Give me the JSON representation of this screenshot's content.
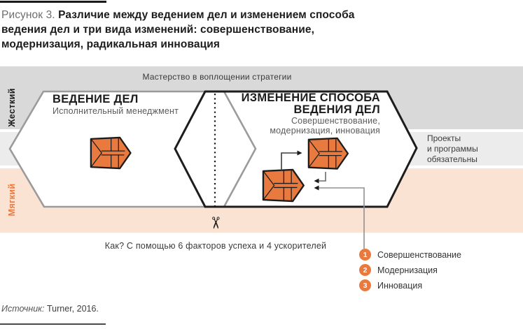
{
  "colors": {
    "orange": "#e8793f",
    "pink-band": "#fbe3d3",
    "gray-band": "#d9d9d9",
    "light-gray-band": "#ececec"
  },
  "title": {
    "prefix": "Рисунок 3.",
    "line1": "Различие между ведением дел и изменением способа",
    "line2": "ведения дел и три вида изменений: совершенствование,",
    "line3": "модернизация, радикальная инновация"
  },
  "diagram": {
    "top_band_label": "Мастерство в воплощении стратегии",
    "axis": {
      "hard": "Жесткий",
      "soft": "Мягкий"
    },
    "run_the_business": {
      "title": "ВЕДЕНИЕ ДЕЛ",
      "subtitle": "Исполнительный менеджмент"
    },
    "change_the_business": {
      "title_line1": "ИЗМЕНЕНИЕ СПОСОБА",
      "title_line2": "ВЕДЕНИЯ ДЕЛ",
      "subtitle_line1": "Совершенствование,",
      "subtitle_line2": "модернизация, инновация"
    },
    "right_note": {
      "line1": "Проекты",
      "line2": "и программы",
      "line3": "обязательны"
    },
    "scissors_char": "✂",
    "question": "Как? С помощью 6 факторов успеха и 4 ускорителей"
  },
  "legend": {
    "items": [
      {
        "num": "1",
        "label": "Совершенствование"
      },
      {
        "num": "2",
        "label": "Модернизация"
      },
      {
        "num": "3",
        "label": "Инновация"
      }
    ]
  },
  "source": {
    "prefix": "Источник:",
    "text": "Turner, 2016."
  }
}
